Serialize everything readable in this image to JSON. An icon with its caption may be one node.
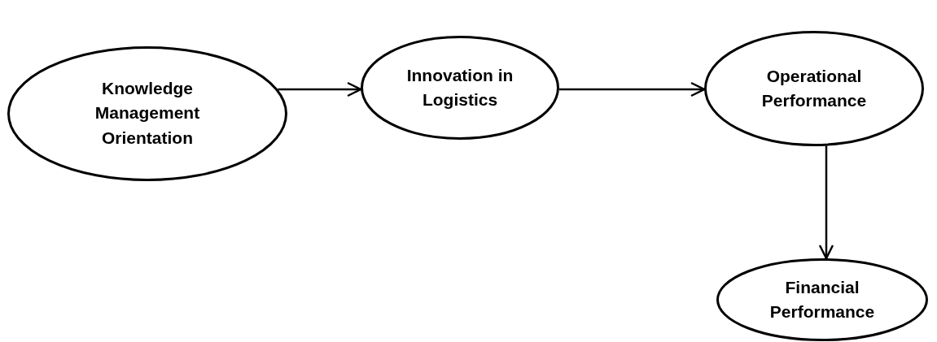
{
  "diagram": {
    "nodes": [
      {
        "text": [
          "Knowledge Management Orientation"
        ]
      },
      {
        "text": [
          "Innovation in Logistics"
        ]
      },
      {
        "text": [
          "Operational Performance"
        ]
      },
      {
        "text": [
          "Financial Performance"
        ]
      }
    ],
    "edges": [
      {
        "from": 0,
        "to": 1,
        "arrow": "to"
      },
      {
        "from": 1,
        "to": 2,
        "arrow": "to"
      },
      {
        "from": 2,
        "to": 3,
        "arrow": "to"
      }
    ]
  }
}
